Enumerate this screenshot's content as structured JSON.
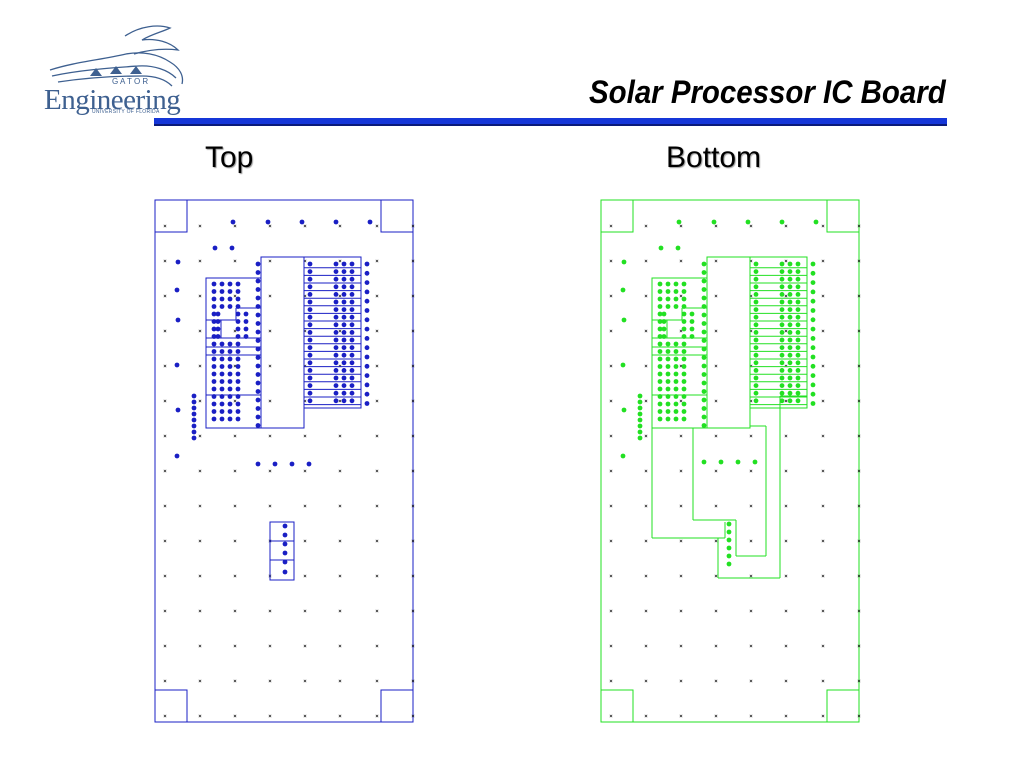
{
  "logo": {
    "word": "Engineering",
    "letters": "G A T O R",
    "subtitle": "UNIVERSITY OF FLORIDA"
  },
  "slide": {
    "title": "Solar Processor IC Board"
  },
  "views": {
    "top_label": "Top",
    "bottom_label": "Bottom"
  },
  "colors": {
    "top_layer": "#1a1fc4",
    "bottom_layer": "#22e022",
    "accent_rule": "#1536d8",
    "logo": "#3e6090"
  }
}
